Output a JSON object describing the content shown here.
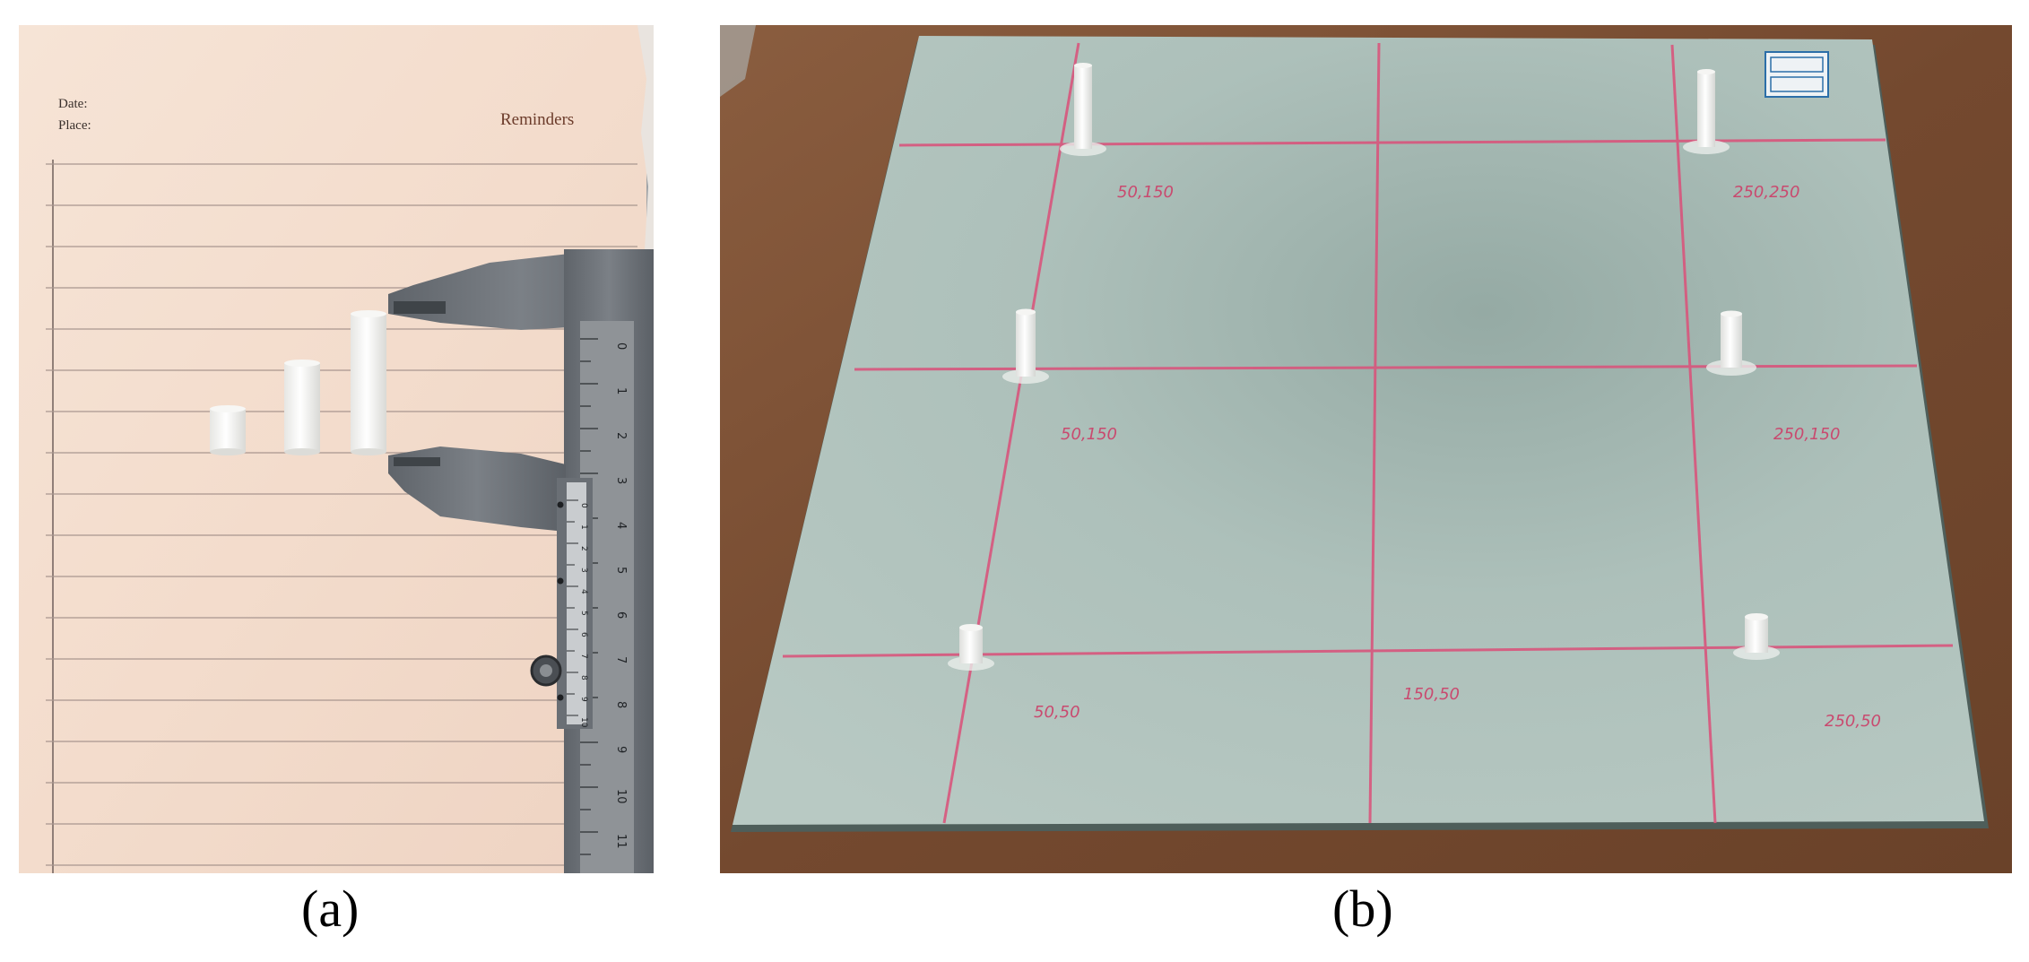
{
  "panel_a": {
    "caption": "(a)",
    "notebook": {
      "date_label": "Date:",
      "place_label": "Place:",
      "header": "Reminders"
    },
    "caliper": {
      "main_scale": [
        "0",
        "1",
        "2",
        "3",
        "4",
        "5",
        "6",
        "7",
        "8",
        "9",
        "10",
        "11"
      ],
      "vernier_scale": [
        "0",
        "1",
        "2",
        "3",
        "4",
        "5",
        "6",
        "7",
        "8",
        "9",
        "10"
      ]
    }
  },
  "panel_b": {
    "caption": "(b)",
    "plate_labels": [
      "50,150",
      "250,250",
      "50,150",
      "250,150",
      "50,50",
      "150,50",
      "250,50"
    ]
  },
  "colors": {
    "paper": "#f3dccd",
    "caliper_steel": "#6f747a",
    "plate": "#a9bcb6",
    "table": "#7a4f35",
    "grid_line": "#d8557c",
    "cylinder": "#f4f4f2"
  }
}
